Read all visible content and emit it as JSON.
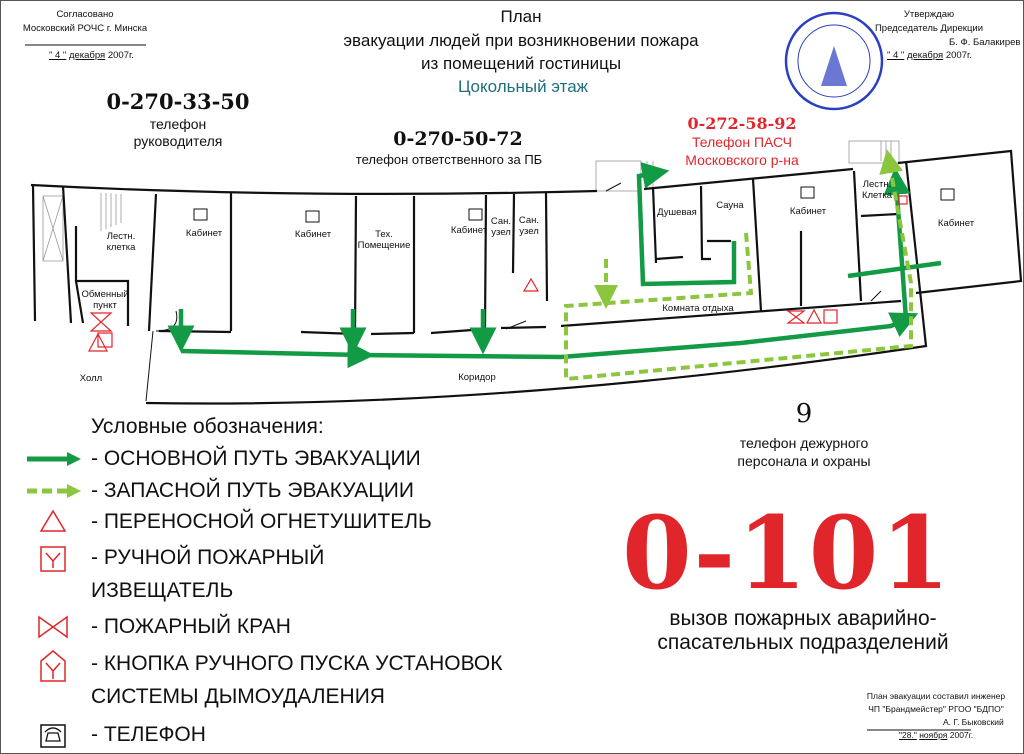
{
  "header": {
    "title": [
      "План",
      "эвакуации людей при возникновении пожара",
      "из помещений гостиницы"
    ],
    "floor": "Цокольный этаж"
  },
  "approval_left": {
    "line1": "Согласовано",
    "line2": "Московский РОЧС г. Минска",
    "date_day": "\" 4 \"",
    "date_month": "декабря",
    "date_year": "2007г."
  },
  "approval_right": {
    "line1": "Утверждаю",
    "line2": "Председатель Дирекции",
    "name": "Б. Ф. Балакирев",
    "date_day": "\" 4 \"",
    "date_month": "декабря",
    "date_year": "2007г."
  },
  "phones": {
    "manager": {
      "number": "0-270-33-50",
      "label1": "телефон",
      "label2": "руководителя"
    },
    "safety": {
      "number": "0-270-50-72",
      "label": "телефон ответственного за ПБ"
    },
    "fire_station": {
      "number": "0-272-58-92",
      "label1": "Телефон ПАСЧ",
      "label2": "Московского р-на"
    },
    "duty": {
      "number": "9",
      "label1": "телефон дежурного",
      "label2": "персонала и охраны"
    },
    "emergency": {
      "number": "0-101",
      "label1": "вызов пожарных аварийно-",
      "label2": "спасательных подразделений"
    }
  },
  "rooms": {
    "stair1": "Лестн.\nклетка",
    "exchange": "Обменный\nпункт",
    "hall": "Холл",
    "cab1": "Кабинет",
    "cab2": "Кабинет",
    "tech": "Тех.\nПомещение",
    "cab3": "Кабинет",
    "wc1": "Сан.\nузел",
    "wc2": "Сан.\nузел",
    "shower": "Душевая",
    "sauna": "Сауна",
    "cab4": "Кабинет",
    "stair2": "Лестн.\nКлетка",
    "cab5": "Кабинет",
    "rest": "Комната отдыха",
    "corridor": "Коридор"
  },
  "legend": {
    "title": "Условные обозначения:",
    "items": [
      {
        "icon": "main-route-arrow",
        "text": "- ОСНОВНОЙ ПУТЬ ЭВАКУАЦИИ"
      },
      {
        "icon": "reserve-route-arrow",
        "text": "- ЗАПАСНОЙ ПУТЬ ЭВАКУАЦИИ"
      },
      {
        "icon": "extinguisher-triangle",
        "text": "- ПЕРЕНОСНОЙ ОГНЕТУШИТЕЛЬ"
      },
      {
        "icon": "manual-call-point",
        "text": "- РУЧНОЙ ПОЖАРНЫЙ",
        "text2": "ИЗВЕЩАТЕЛЬ"
      },
      {
        "icon": "fire-hydrant-valve",
        "text": "- ПОЖАРНЫЙ КРАН"
      },
      {
        "icon": "smoke-button",
        "text": "- КНОПКА РУЧНОГО ПУСКА УСТАНОВОК",
        "text2": "СИСТЕМЫ ДЫМОУДАЛЕНИЯ"
      },
      {
        "icon": "telephone",
        "text": "- ТЕЛЕФОН"
      }
    ]
  },
  "author": {
    "line1": "План эвакуации составил инженер",
    "line2": "ЧП \"Брандмейстер\" РГОО \"БДПО\"",
    "name": "А. Г. Быковский",
    "date_day": "\"28.\"",
    "date_month": "ноября",
    "date_year": "2007г."
  },
  "colors": {
    "main_route": "#139a45",
    "reserve_route": "#8cc63f",
    "red": "#e0262b",
    "teal": "#1f6f7c"
  }
}
